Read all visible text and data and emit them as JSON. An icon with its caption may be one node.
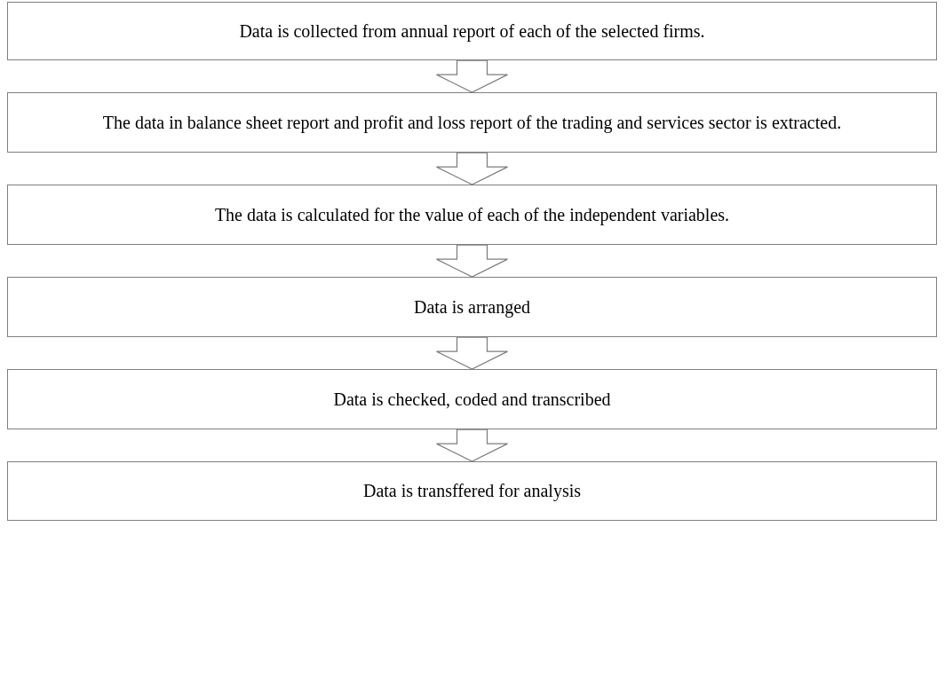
{
  "diagram": {
    "nodes": [
      {
        "text": [
          "Data is collected from annual report of each of the selected firms."
        ]
      },
      {
        "text": [
          "The data in balance sheet report and profit and loss report of the trading and services sector is extracted."
        ]
      },
      {
        "text": [
          "The data is calculated for the value of each of the independent variables."
        ]
      },
      {
        "text": [
          "Data is arranged"
        ]
      },
      {
        "text": [
          "Data is checked, coded and transcribed"
        ]
      },
      {
        "text": [
          "Data is transffered for analysis"
        ]
      }
    ],
    "edges": [
      {
        "from": 0,
        "to": 1,
        "arrow": "to"
      },
      {
        "from": 1,
        "to": 2,
        "arrow": "to"
      },
      {
        "from": 2,
        "to": 3,
        "arrow": "to"
      },
      {
        "from": 3,
        "to": 4,
        "arrow": "to"
      },
      {
        "from": 4,
        "to": 5,
        "arrow": "to"
      }
    ]
  }
}
